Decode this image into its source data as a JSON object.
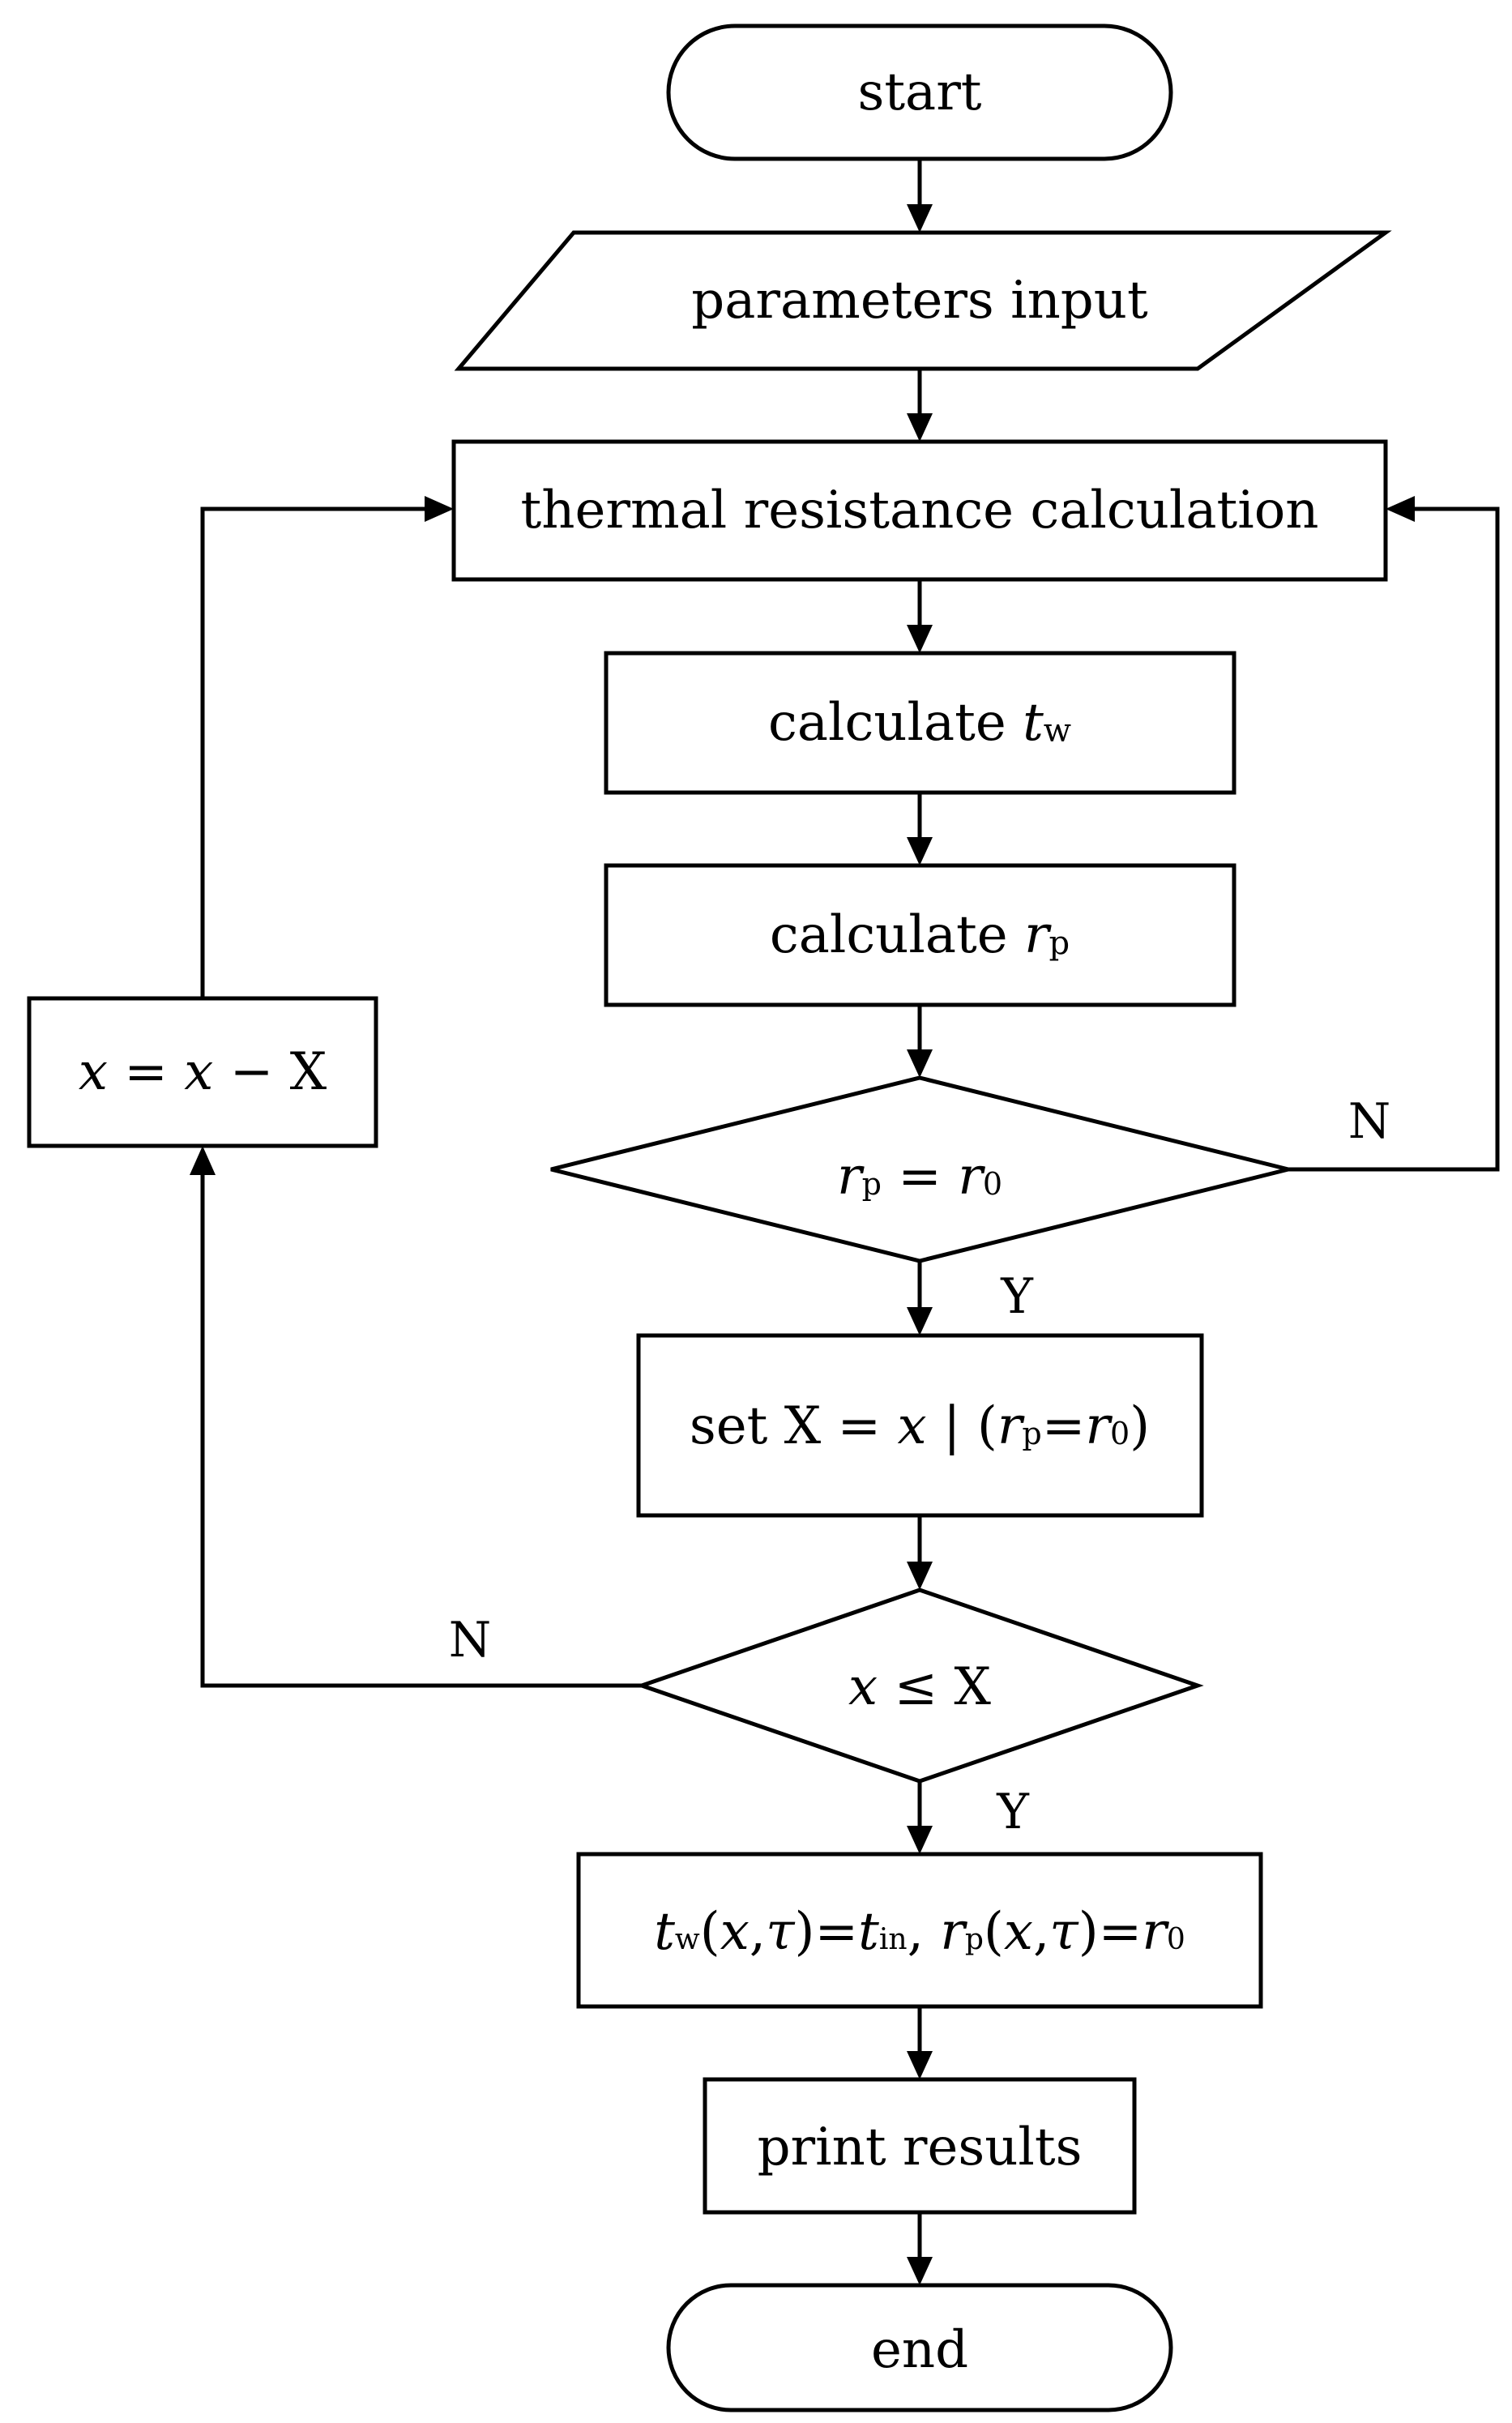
{
  "nodes": {
    "start": "start",
    "params": "parameters input",
    "thermal": "thermal resistance calculation",
    "calc_tw": {
      "prefix": "calculate ",
      "var": "t",
      "sub": "w"
    },
    "calc_rp": {
      "prefix": "calculate ",
      "var": "r",
      "sub": "p"
    },
    "cond1": {
      "lhs": "r",
      "lhs_sub": "p",
      "op": " = ",
      "rhs": "r",
      "rhs_sub": "0"
    },
    "set_x": {
      "prefix": "set X = ",
      "x": "x",
      "bar": " | (",
      "r1": "r",
      "r1_sub": "p",
      "eq": "=",
      "r2": "r",
      "r2_sub": "0",
      "close": ")"
    },
    "cond2": {
      "x": "x",
      "op": " ≤ X"
    },
    "update": {
      "x1": "x",
      "mid": " = ",
      "x2": "x",
      "tail": " − X"
    },
    "assign": {
      "t": "t",
      "t_sub": "w",
      "p1": "(",
      "x1": "x",
      "c1": ",",
      "tau1": "τ",
      "p2": ")=",
      "t2": "t",
      "t2_sub": "in",
      "sep": ", ",
      "r": "r",
      "r_sub": "p",
      "p3": "(",
      "x2": "x",
      "c2": ",",
      "tau2": "τ",
      "p4": ")=",
      "r0": "r",
      "r0_sub": "0"
    },
    "print": "print results",
    "end": "end"
  },
  "branches": {
    "cond1_no": "N",
    "cond1_yes": "Y",
    "cond2_no": "N",
    "cond2_yes": "Y"
  }
}
